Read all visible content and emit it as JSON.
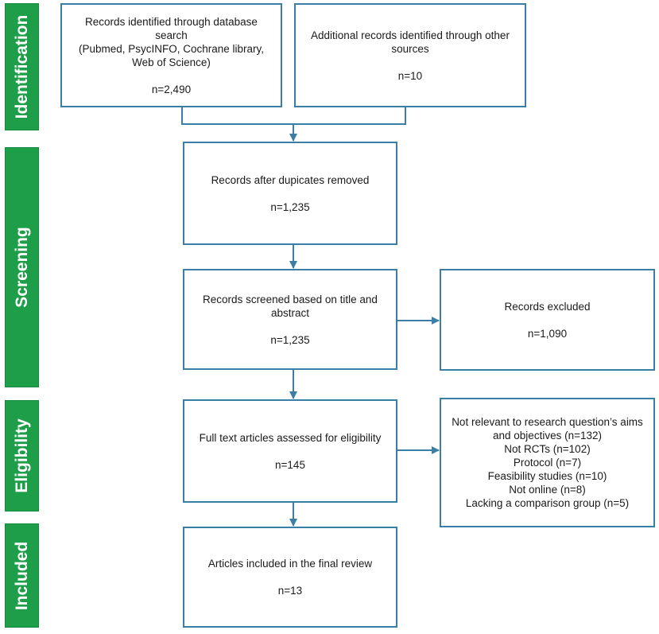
{
  "phases": {
    "identification": "Identification",
    "screening": "Screening",
    "eligibility": "Eligibility",
    "included": "Included"
  },
  "boxes": {
    "database_search": {
      "lines": [
        "Records identified through database search",
        "(Pubmed, PsycINFO, Cochrane library,",
        "Web of Science)"
      ],
      "count": "n=2,490"
    },
    "other_sources": {
      "lines": [
        "Additional records identified through other",
        "sources"
      ],
      "count": "n=10"
    },
    "duplicates_removed": {
      "lines": [
        "Records after dupicates removed"
      ],
      "count": "n=1,235"
    },
    "screened": {
      "lines": [
        "Records screened based on title and",
        "abstract"
      ],
      "count": "n=1,235"
    },
    "excluded": {
      "lines": [
        "Records excluded"
      ],
      "count": "n=1,090"
    },
    "full_text": {
      "lines": [
        "Full text articles assessed for eligibility"
      ],
      "count": "n=145"
    },
    "exclusion_reasons": {
      "lines": [
        "Not relevant to research question’s aims",
        "and objectives (n=132)",
        "Not RCTs (n=102)",
        "Protocol (n=7)",
        "Feasibility studies (n=10)",
        "Not online (n=8)",
        "Lacking a comparison group (n=5)"
      ]
    },
    "included_final": {
      "lines": [
        "Articles included in the final review"
      ],
      "count": "n=13"
    }
  },
  "colors": {
    "phase_fill": "#1f9e4a",
    "box_border": "#3b7fa6",
    "arrow": "#3b7fa6"
  }
}
